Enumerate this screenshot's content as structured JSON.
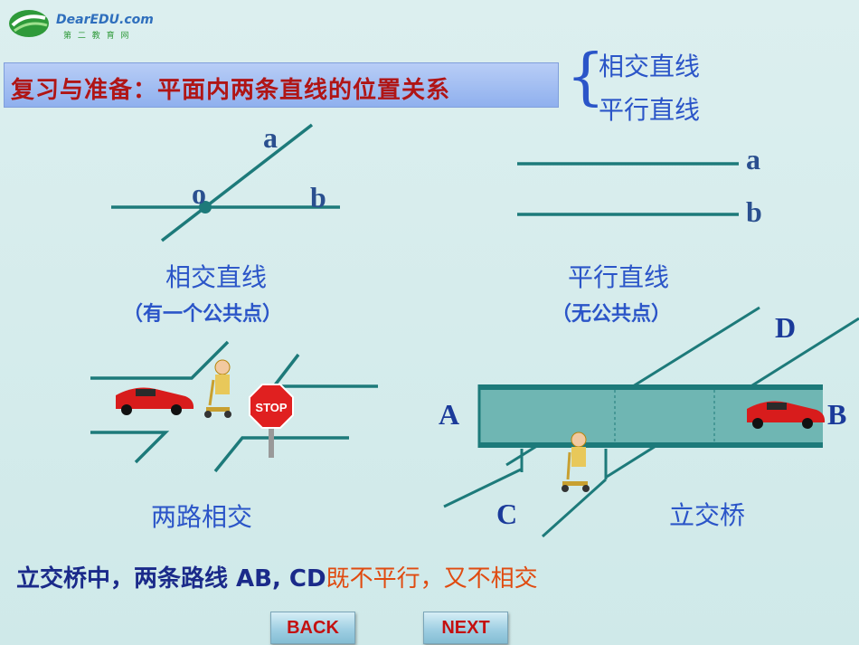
{
  "logo": {
    "text": "DearEDU.com",
    "subtext": "第 二 教 育 网"
  },
  "header": {
    "title": "复习与准备：平面内两条直线的位置关系",
    "relations": [
      "相交直线",
      "平行直线"
    ]
  },
  "intersecting": {
    "label_a": "a",
    "label_b": "b",
    "label_o": "o",
    "caption": "相交直线",
    "sub": "（有一个公共点）"
  },
  "parallel": {
    "label_a": "a",
    "label_b": "b",
    "caption": "平行直线",
    "sub": "（无公共点）"
  },
  "crossroads": {
    "caption": "两路相交",
    "stop_text": "STOP"
  },
  "overpass": {
    "label_A": "A",
    "label_B": "B",
    "label_C": "C",
    "label_D": "D",
    "caption": "立交桥"
  },
  "conclusion": {
    "part1": "立交桥中，两条路线 AB, CD",
    "part2": "既不平行，又不相交"
  },
  "nav": {
    "back": "BACK",
    "next": "NEXT"
  },
  "colors": {
    "line": "#1d7a7a",
    "title": "#b01515",
    "blue_text": "#2b55c8",
    "accent_red": "#e04b10"
  }
}
